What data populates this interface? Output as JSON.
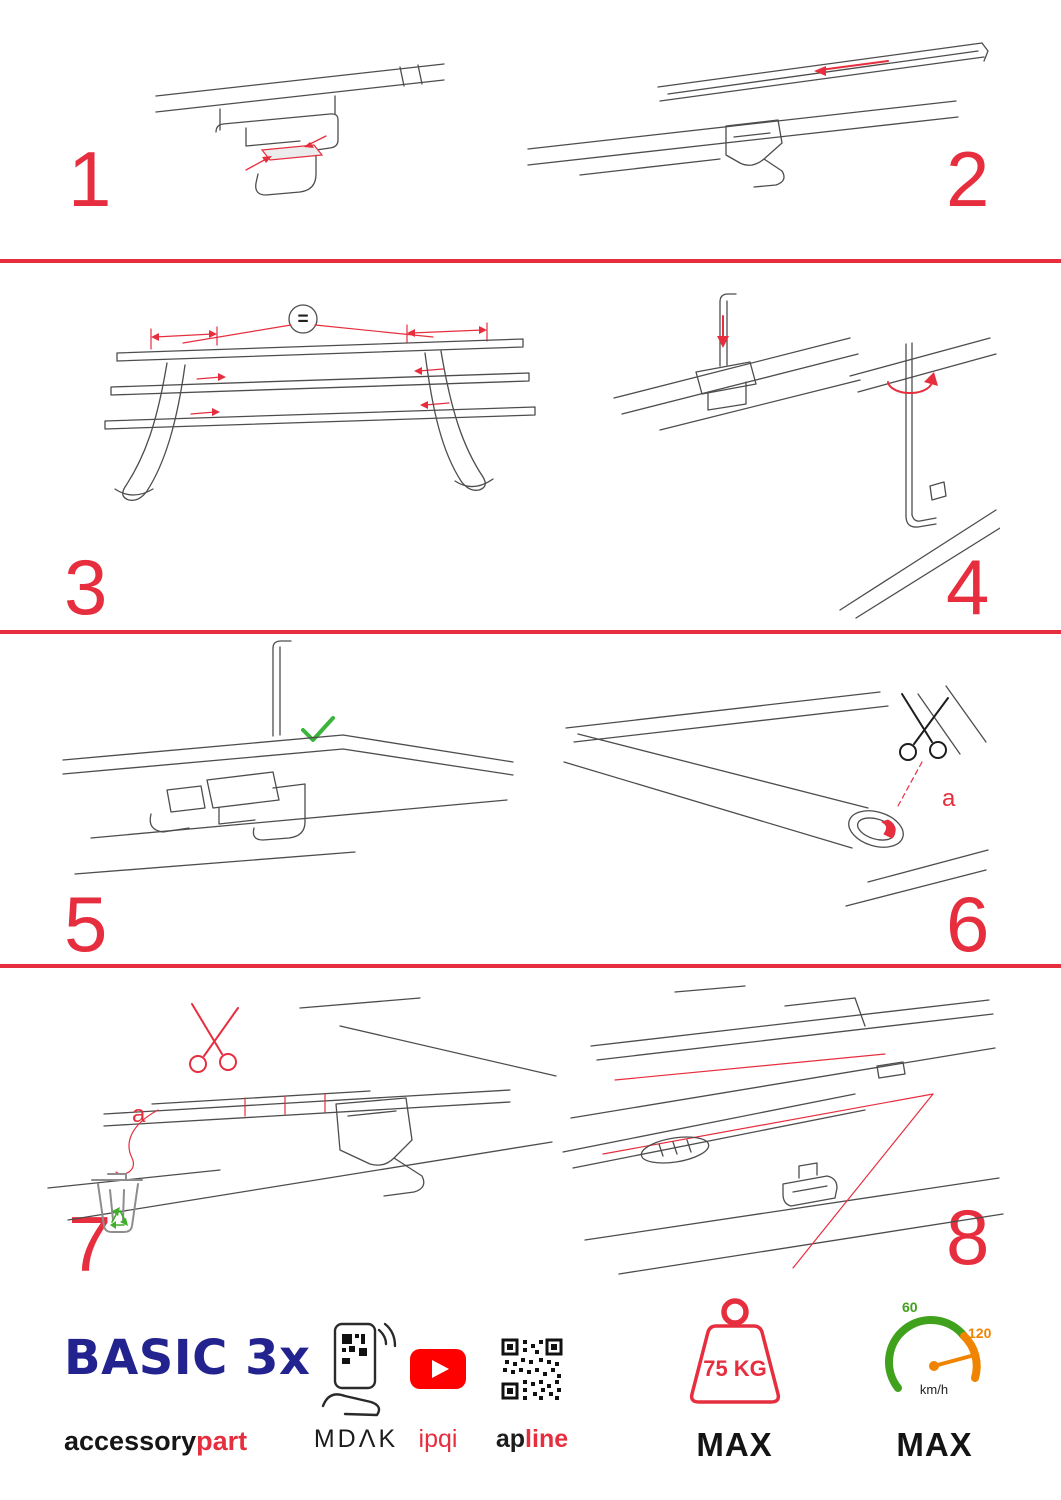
{
  "steps": [
    {
      "number": "1"
    },
    {
      "number": "2"
    },
    {
      "number": "3"
    },
    {
      "number": "4"
    },
    {
      "number": "5"
    },
    {
      "number": "6"
    },
    {
      "number": "7"
    },
    {
      "number": "8"
    }
  ],
  "figures": {
    "equals_label": "=",
    "cut_label_a": "a"
  },
  "footer": {
    "brand_title": "BASIC 3x",
    "brand_sub_black": "accessory",
    "brand_sub_red": "part",
    "partner_mdak": "MDΛK",
    "partner_ipqi": "ipqi",
    "partner_apline_black": "ap",
    "partner_apline_red": "line",
    "weight_value": "75 KG",
    "weight_max": "MAX",
    "speed_low": "60",
    "speed_high": "120",
    "speed_unit": "km/h",
    "speed_max": "MAX"
  },
  "colors": {
    "accent_red": "#e62e3e",
    "brand_blue": "#23238f",
    "youtube_red": "#ff0000",
    "gauge_green": "#3fa11c",
    "gauge_orange": "#f08300",
    "check_green": "#3cb53c"
  }
}
